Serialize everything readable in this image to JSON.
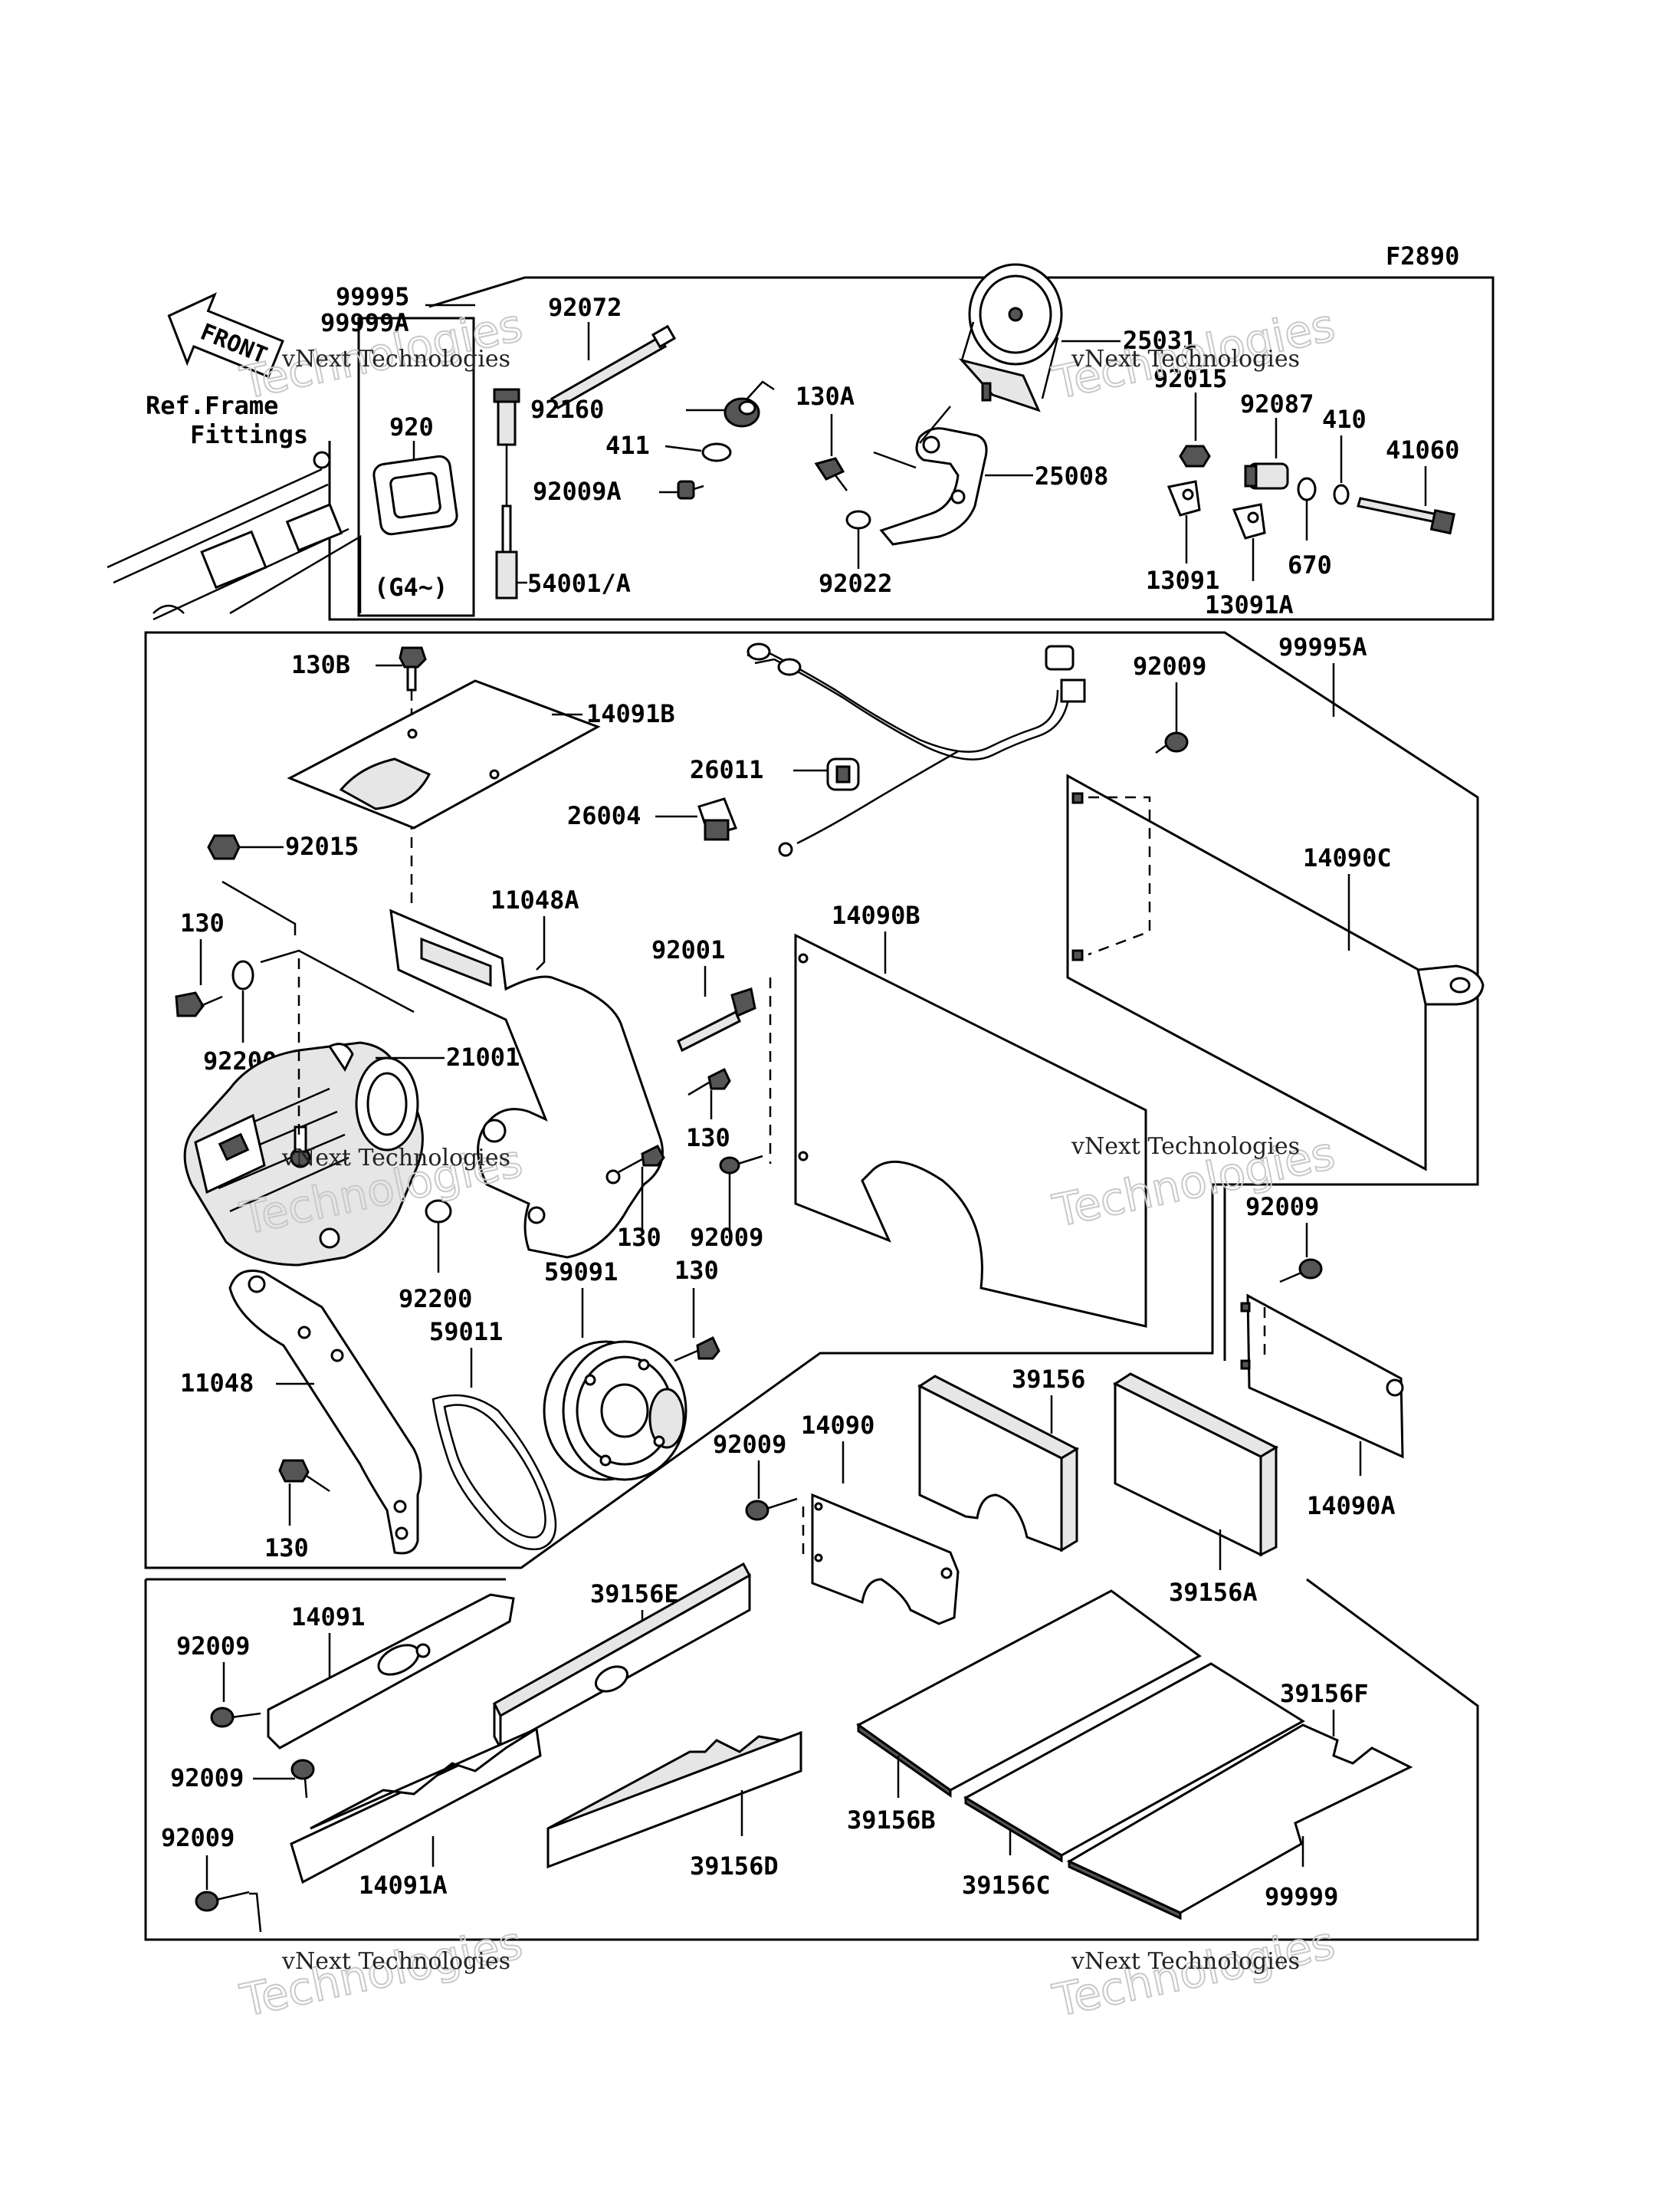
{
  "figure_id": "F2890",
  "front_label": "FRONT",
  "ref_frame": [
    "Ref.Frame",
    "Fittings"
  ],
  "variant_note": "(G4~)",
  "parts": {
    "p99995": "99995",
    "p99999A": "99999A",
    "p920": "920",
    "p92072": "92072",
    "p92160": "92160",
    "p411": "411",
    "p92009A": "92009A",
    "p54001A": "54001/A",
    "p130A": "130A",
    "p25031": "25031",
    "p25008": "25008",
    "p92022": "92022",
    "p92015a": "92015",
    "p92087": "92087",
    "p410": "410",
    "p41060": "41060",
    "p670": "670",
    "p13091": "13091",
    "p13091A": "13091A",
    "p130B": "130B",
    "p14091B": "14091B",
    "p26011": "26011",
    "p26004": "26004",
    "p92009_a": "92009",
    "p99995A": "99995A",
    "p14090C": "14090C",
    "p92015b": "92015",
    "p11048A": "11048A",
    "p14090B": "14090B",
    "p130_a": "130",
    "p92001": "92001",
    "p92200_a": "92200",
    "p21001": "21001",
    "p130_b": "130",
    "p130_c": "130",
    "p92009_b": "92009",
    "p92009_c": "92009",
    "p92200_b": "92200",
    "p59091": "59091",
    "p130_d": "130",
    "p59011": "59011",
    "p11048": "11048",
    "p39156": "39156",
    "p92009_d": "92009",
    "p14090": "14090",
    "p14090A": "14090A",
    "p130_e": "130",
    "p39156A": "39156A",
    "p39156E": "39156E",
    "p14091": "14091",
    "p92009_e": "92009",
    "p39156F": "39156F",
    "p92009_f": "92009",
    "p92009_g": "92009",
    "p39156B": "39156B",
    "p39156D": "39156D",
    "p14091A": "14091A",
    "p39156C": "39156C",
    "p99999": "99999"
  },
  "watermark": {
    "line1": "vNext Technologies",
    "line2": "Technologies"
  },
  "colors": {
    "ink": "#000000",
    "background": "#ffffff",
    "watermark": "#c9c9c9"
  }
}
